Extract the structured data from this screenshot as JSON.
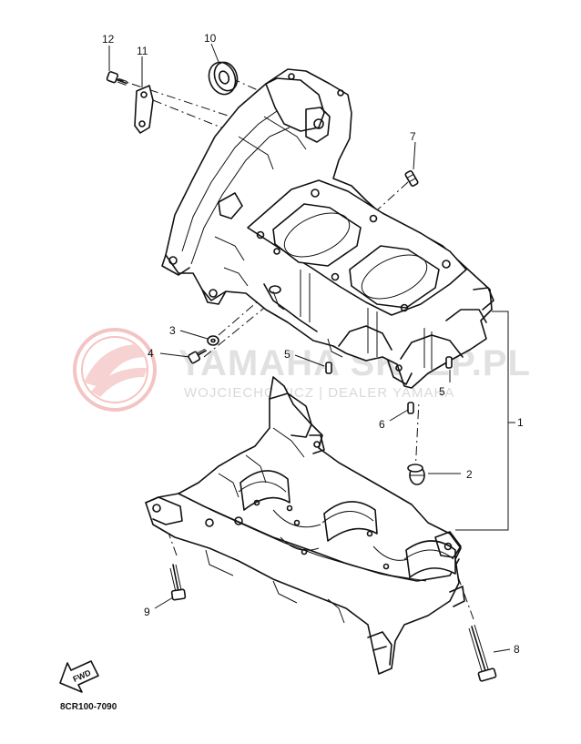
{
  "diagram_code": "8CR100-7090",
  "callouts": {
    "c1": "1",
    "c2": "2",
    "c3": "3",
    "c4": "4",
    "c5a": "5",
    "c5b": "5",
    "c6": "6",
    "c7": "7",
    "c8": "8",
    "c9": "9",
    "c10": "10",
    "c11": "11",
    "c12": "12"
  },
  "fwd_label": "FWD",
  "watermark": {
    "brand": "YAMAHA SKLEP.PL",
    "tagline": "WOJCIECHOWICZ | DEALER YAMAHA",
    "logo_color": "#f2b5b5",
    "text_color": "#d0d0d0"
  }
}
